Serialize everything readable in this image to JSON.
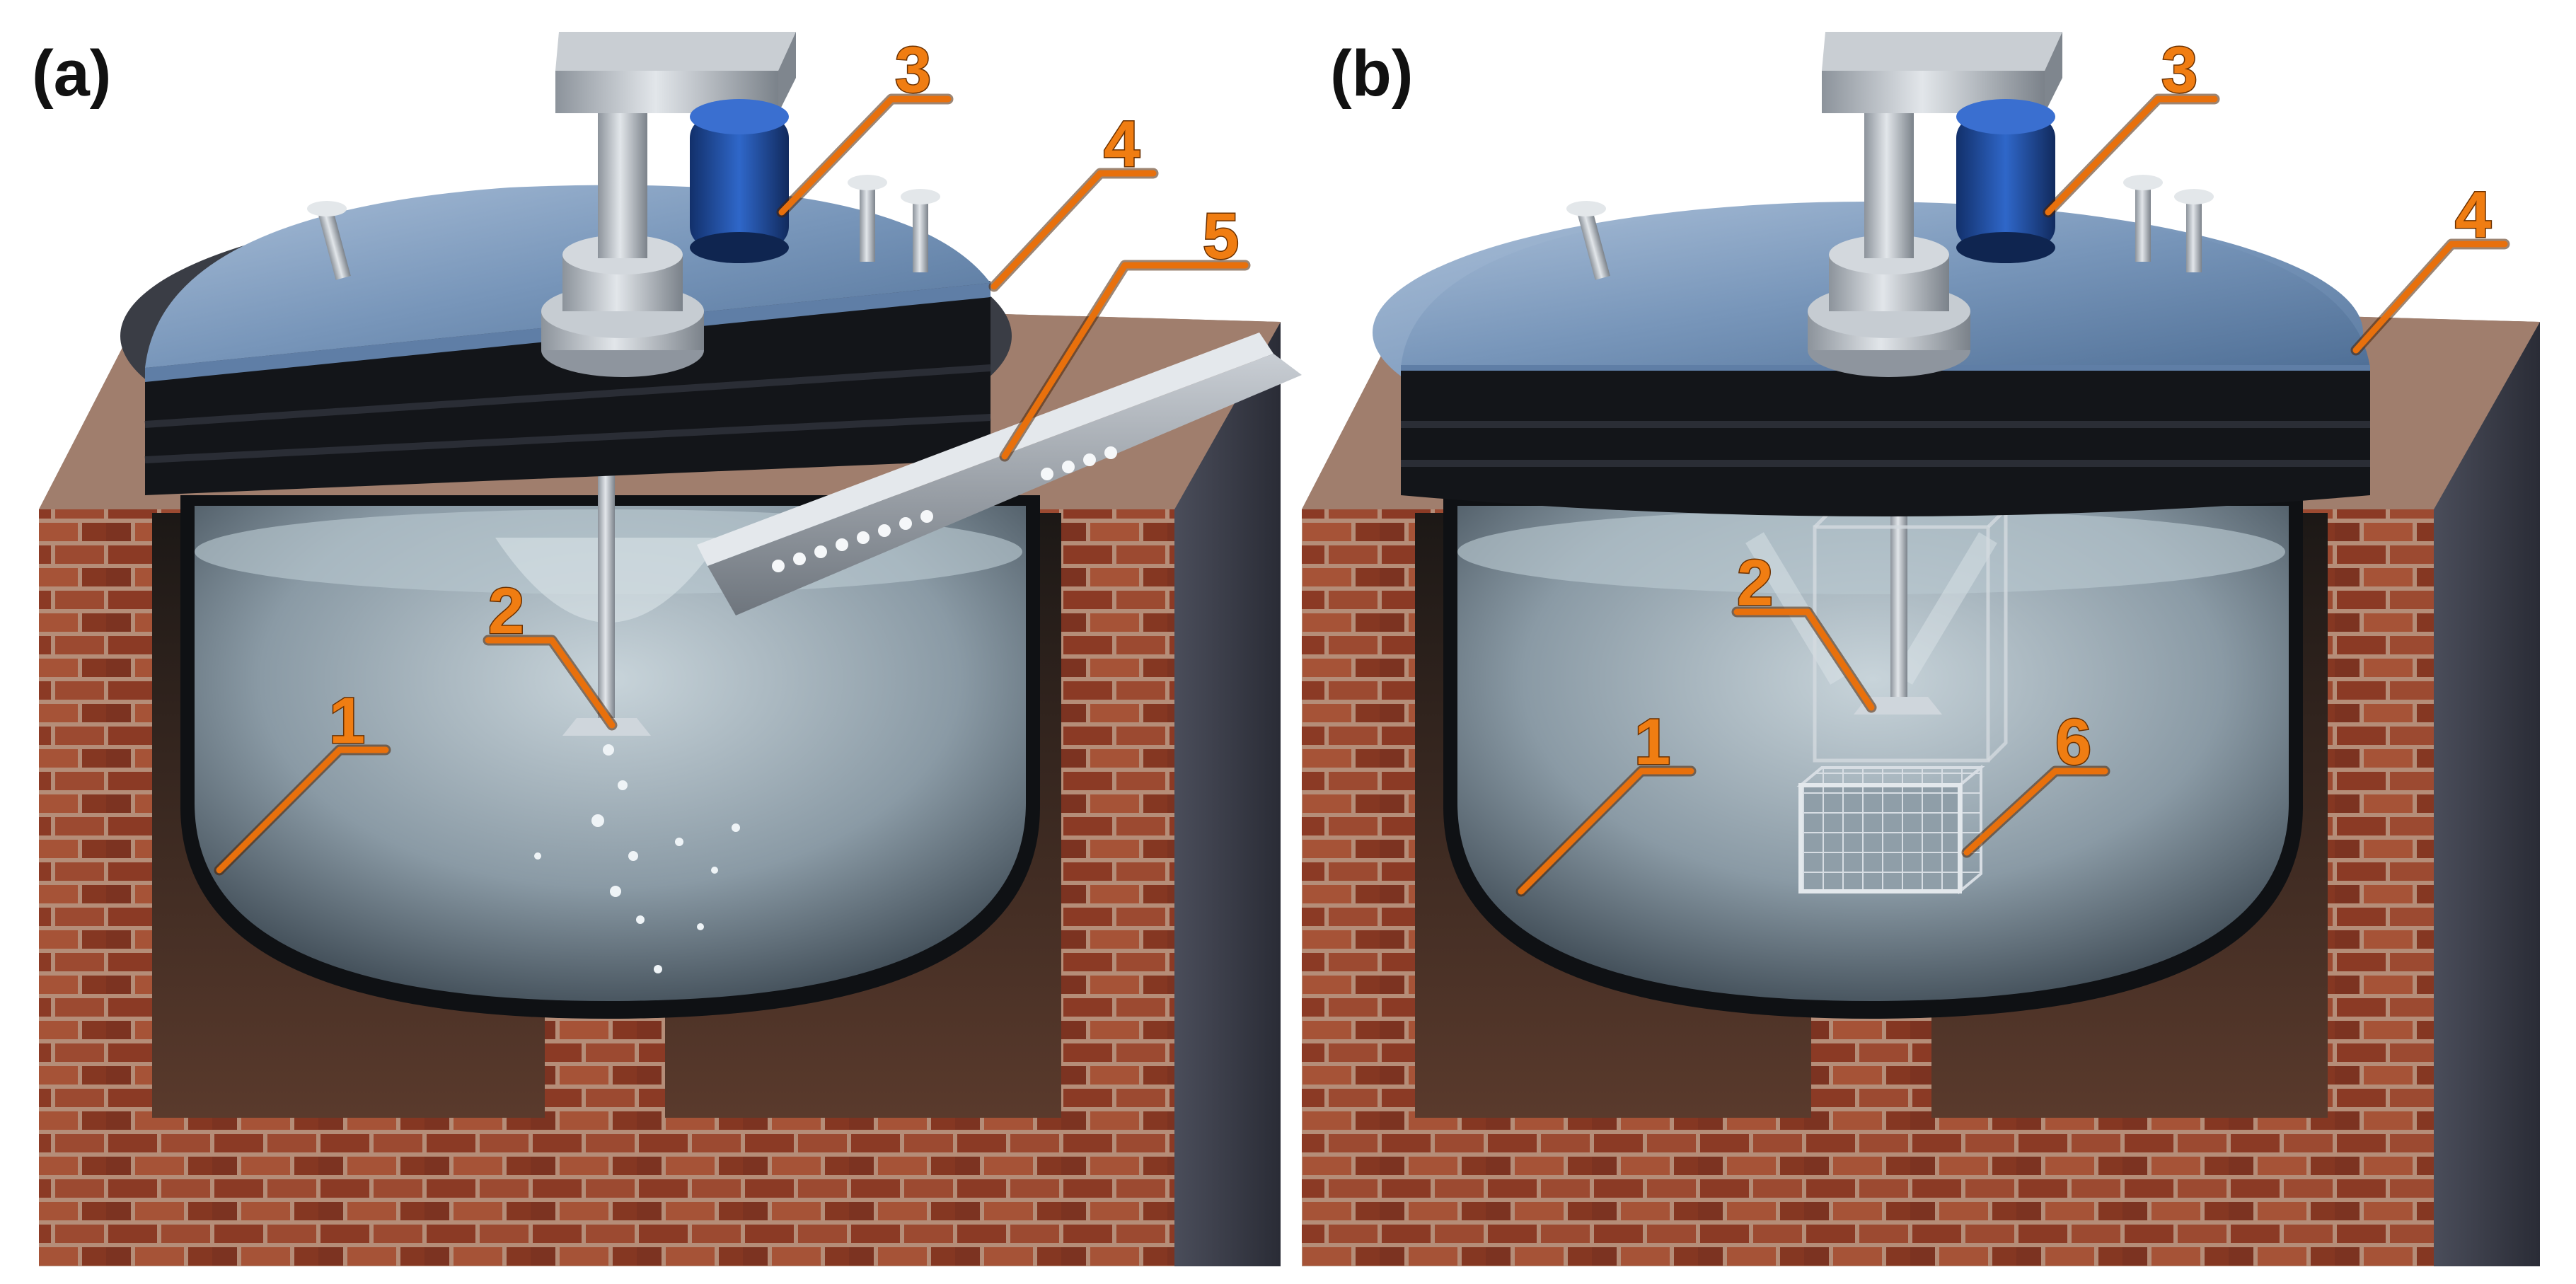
{
  "panels": [
    {
      "id": "a",
      "label": "(a)",
      "callouts": [
        {
          "num": "1",
          "part": "vessel-wall"
        },
        {
          "num": "2",
          "part": "impeller"
        },
        {
          "num": "3",
          "part": "motor"
        },
        {
          "num": "4",
          "part": "lid"
        },
        {
          "num": "5",
          "part": "feed-chute"
        }
      ]
    },
    {
      "id": "b",
      "label": "(b)",
      "callouts": [
        {
          "num": "1",
          "part": "vessel-wall"
        },
        {
          "num": "2",
          "part": "impeller"
        },
        {
          "num": "3",
          "part": "motor"
        },
        {
          "num": "4",
          "part": "lid"
        },
        {
          "num": "6",
          "part": "mesh-basket"
        }
      ]
    }
  ],
  "colors": {
    "brick": "#8a3b25",
    "mortar": "#b98d77",
    "steel": "#7d9bbd",
    "lid_dark": "#15171b",
    "motor_blue": "#1f4fa6",
    "liquid": "#9fb0ba",
    "callout": "#f07d12"
  }
}
